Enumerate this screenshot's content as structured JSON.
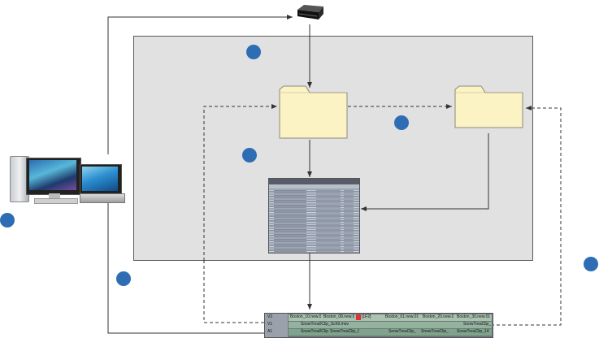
{
  "colors": {
    "panel_bg": "#e1e1e1",
    "panel_border": "#5a5a5a",
    "folder_fill": "#fbf3c4",
    "folder_stroke": "#8a8a7a",
    "marker": "#2e6db4",
    "line": "#333333"
  },
  "icons": {
    "drive": "external-drive-icon",
    "folder": "folder-icon",
    "workstation": "editing-workstation-icon",
    "bin": "media-bin-icon",
    "timeline": "timeline-icon"
  },
  "timeline": {
    "clips_row1": [
      "Boston_10.new.01",
      "Boston_08.new.01",
      "[1F2]",
      "Boston_01.new.01 [24]",
      "Boston_20.new.01",
      "Boston_30.new.01 [2]"
    ],
    "clips_row2": [
      "SnowTrea0Clip_Sch9.mov",
      "",
      "SnowTreaClip_Ref"
    ],
    "clips_row3": [
      "SnowTrea0Clip_30.mov",
      "SnowTreaClip_Ch0.mov",
      "SnowTreaClip_11",
      "SnowTreaClip_15",
      "SnowTreaClip_14"
    ],
    "track_labels": [
      "V2",
      "V1",
      "A1"
    ]
  }
}
